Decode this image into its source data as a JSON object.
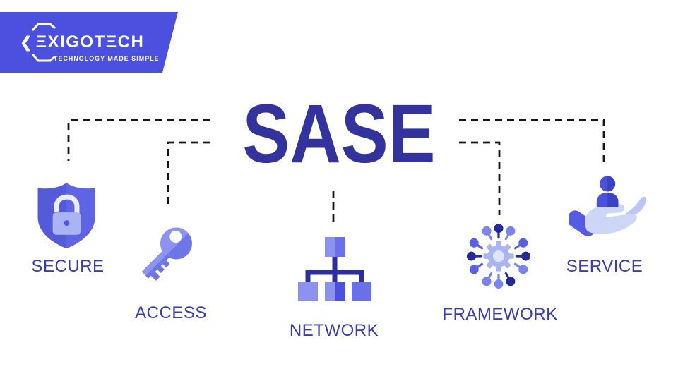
{
  "brand": {
    "logo_prefix": "❮",
    "logo_text": "ΞXIGOTΞCH",
    "tagline": "TECHNOLOGY MADE SIMPLE"
  },
  "title": "SASE",
  "items": [
    {
      "label": "SECURE",
      "icon": "shield-lock-icon"
    },
    {
      "label": "ACCESS",
      "icon": "key-icon"
    },
    {
      "label": "NETWORK",
      "icon": "network-tree-icon"
    },
    {
      "label": "FRAMEWORK",
      "icon": "gear-hub-icon"
    },
    {
      "label": "SERVICE",
      "icon": "hand-person-icon"
    }
  ],
  "palette": {
    "banner": "#4b50de",
    "title_text": "#33339e",
    "label_text": "#3b3bb2",
    "connector": "#161616",
    "icon_dark_navy": "#262b97",
    "icon_indigo": "#4c51da",
    "icon_medium_blue": "#5a60e2",
    "icon_periwinkle": "#7b83ec",
    "icon_light_blue": "#aab4f0",
    "icon_pale_lavender": "#ced6f8"
  }
}
